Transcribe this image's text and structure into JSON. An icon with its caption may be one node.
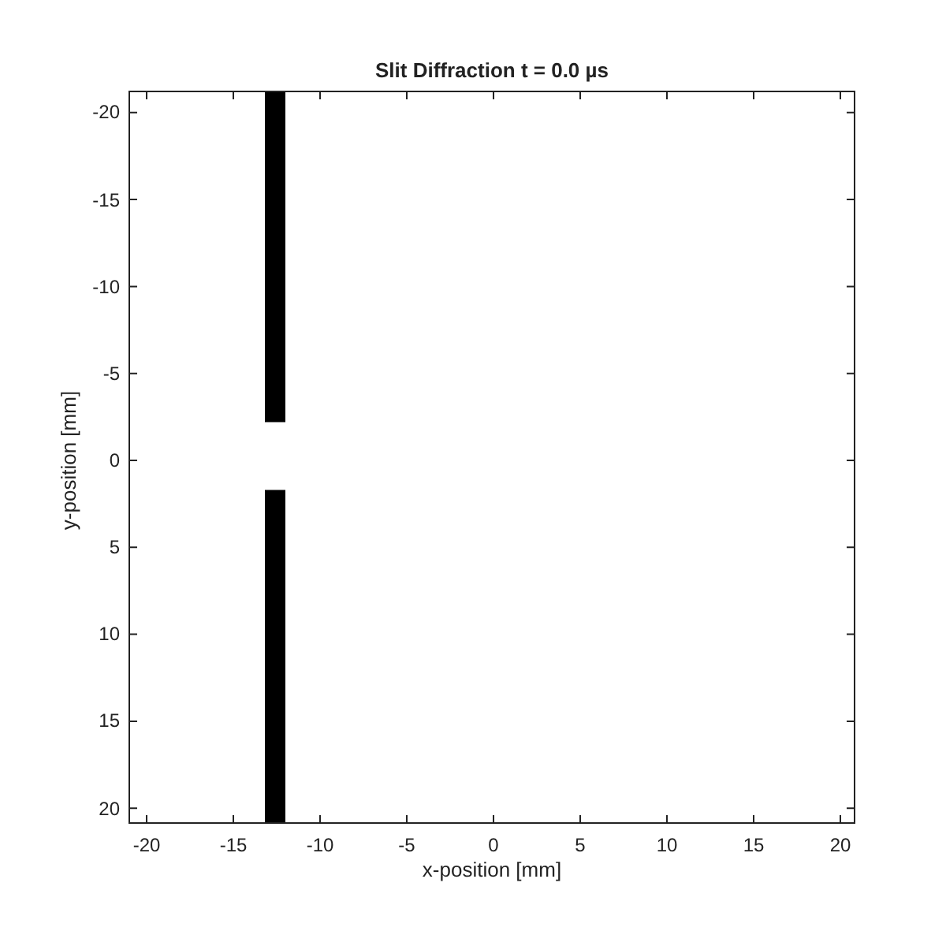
{
  "diagram": {
    "title": "Slit Diffraction t = 0.0 µs",
    "labels": [
      "-20",
      "-15",
      "-10",
      "-5",
      "0",
      "5",
      "10",
      "15",
      "20",
      "y-position [mm]",
      "-20",
      "-15",
      "-10",
      "-5",
      "0",
      "5",
      "10",
      "15",
      "20",
      "x-position [mm]"
    ]
  }
}
